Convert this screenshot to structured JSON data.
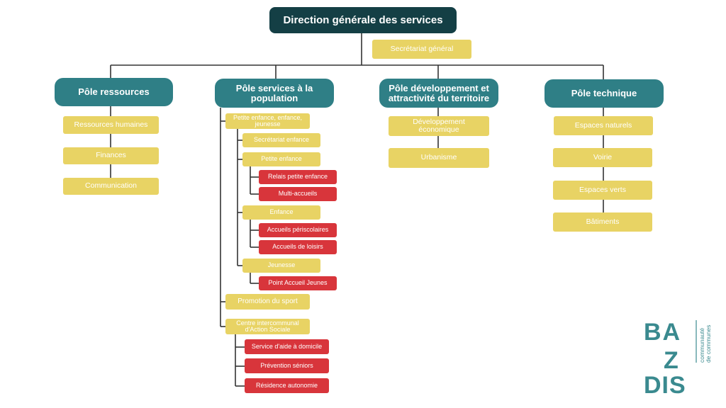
{
  "title": "Direction générale des services",
  "secretariat": "Secrétariat général",
  "poles": {
    "ressources": {
      "label": "Pôle ressources",
      "items": [
        "Ressources humaines",
        "Finances",
        "Communication"
      ]
    },
    "population": {
      "label": "Pôle services à la population",
      "petite_enfance_group": "Petite enfance, enfance, jeunesse",
      "secretariat_enfance": "Secrétariat enfance",
      "petite_enfance": "Petite enfance",
      "petite_enfance_items": [
        "Relais petite enfance",
        "Multi-accueils"
      ],
      "enfance": "Enfance",
      "enfance_items": [
        "Accueils périscolaires",
        "Accueils de loisirs"
      ],
      "jeunesse": "Jeunesse",
      "jeunesse_items": [
        "Point Accueil Jeunes"
      ],
      "sport": "Promotion du sport",
      "cias": "Centre intercommunal d'Action Sociale",
      "cias_items": [
        "Service d'aide à domicile",
        "Prévention séniors",
        "Résidence autonomie"
      ]
    },
    "developpement": {
      "label": "Pôle développement et attractivité du territoire",
      "items": [
        "Développement économique",
        "Urbanisme"
      ]
    },
    "technique": {
      "label": "Pôle technique",
      "items": [
        "Espaces naturels",
        "Voirie",
        "Espaces verts",
        "Bâtiments"
      ]
    }
  },
  "logo": {
    "letters_top": "BA",
    "letters_mid": "Z",
    "letters_bottom": "DIS",
    "tagline_1": "communauté",
    "tagline_2": "de communes",
    "color": "#3a8a8f"
  },
  "colors": {
    "dark": "#143f45",
    "teal": "#2f7f86",
    "yellow": "#e8d364",
    "red": "#d8353b",
    "line": "#333333"
  }
}
